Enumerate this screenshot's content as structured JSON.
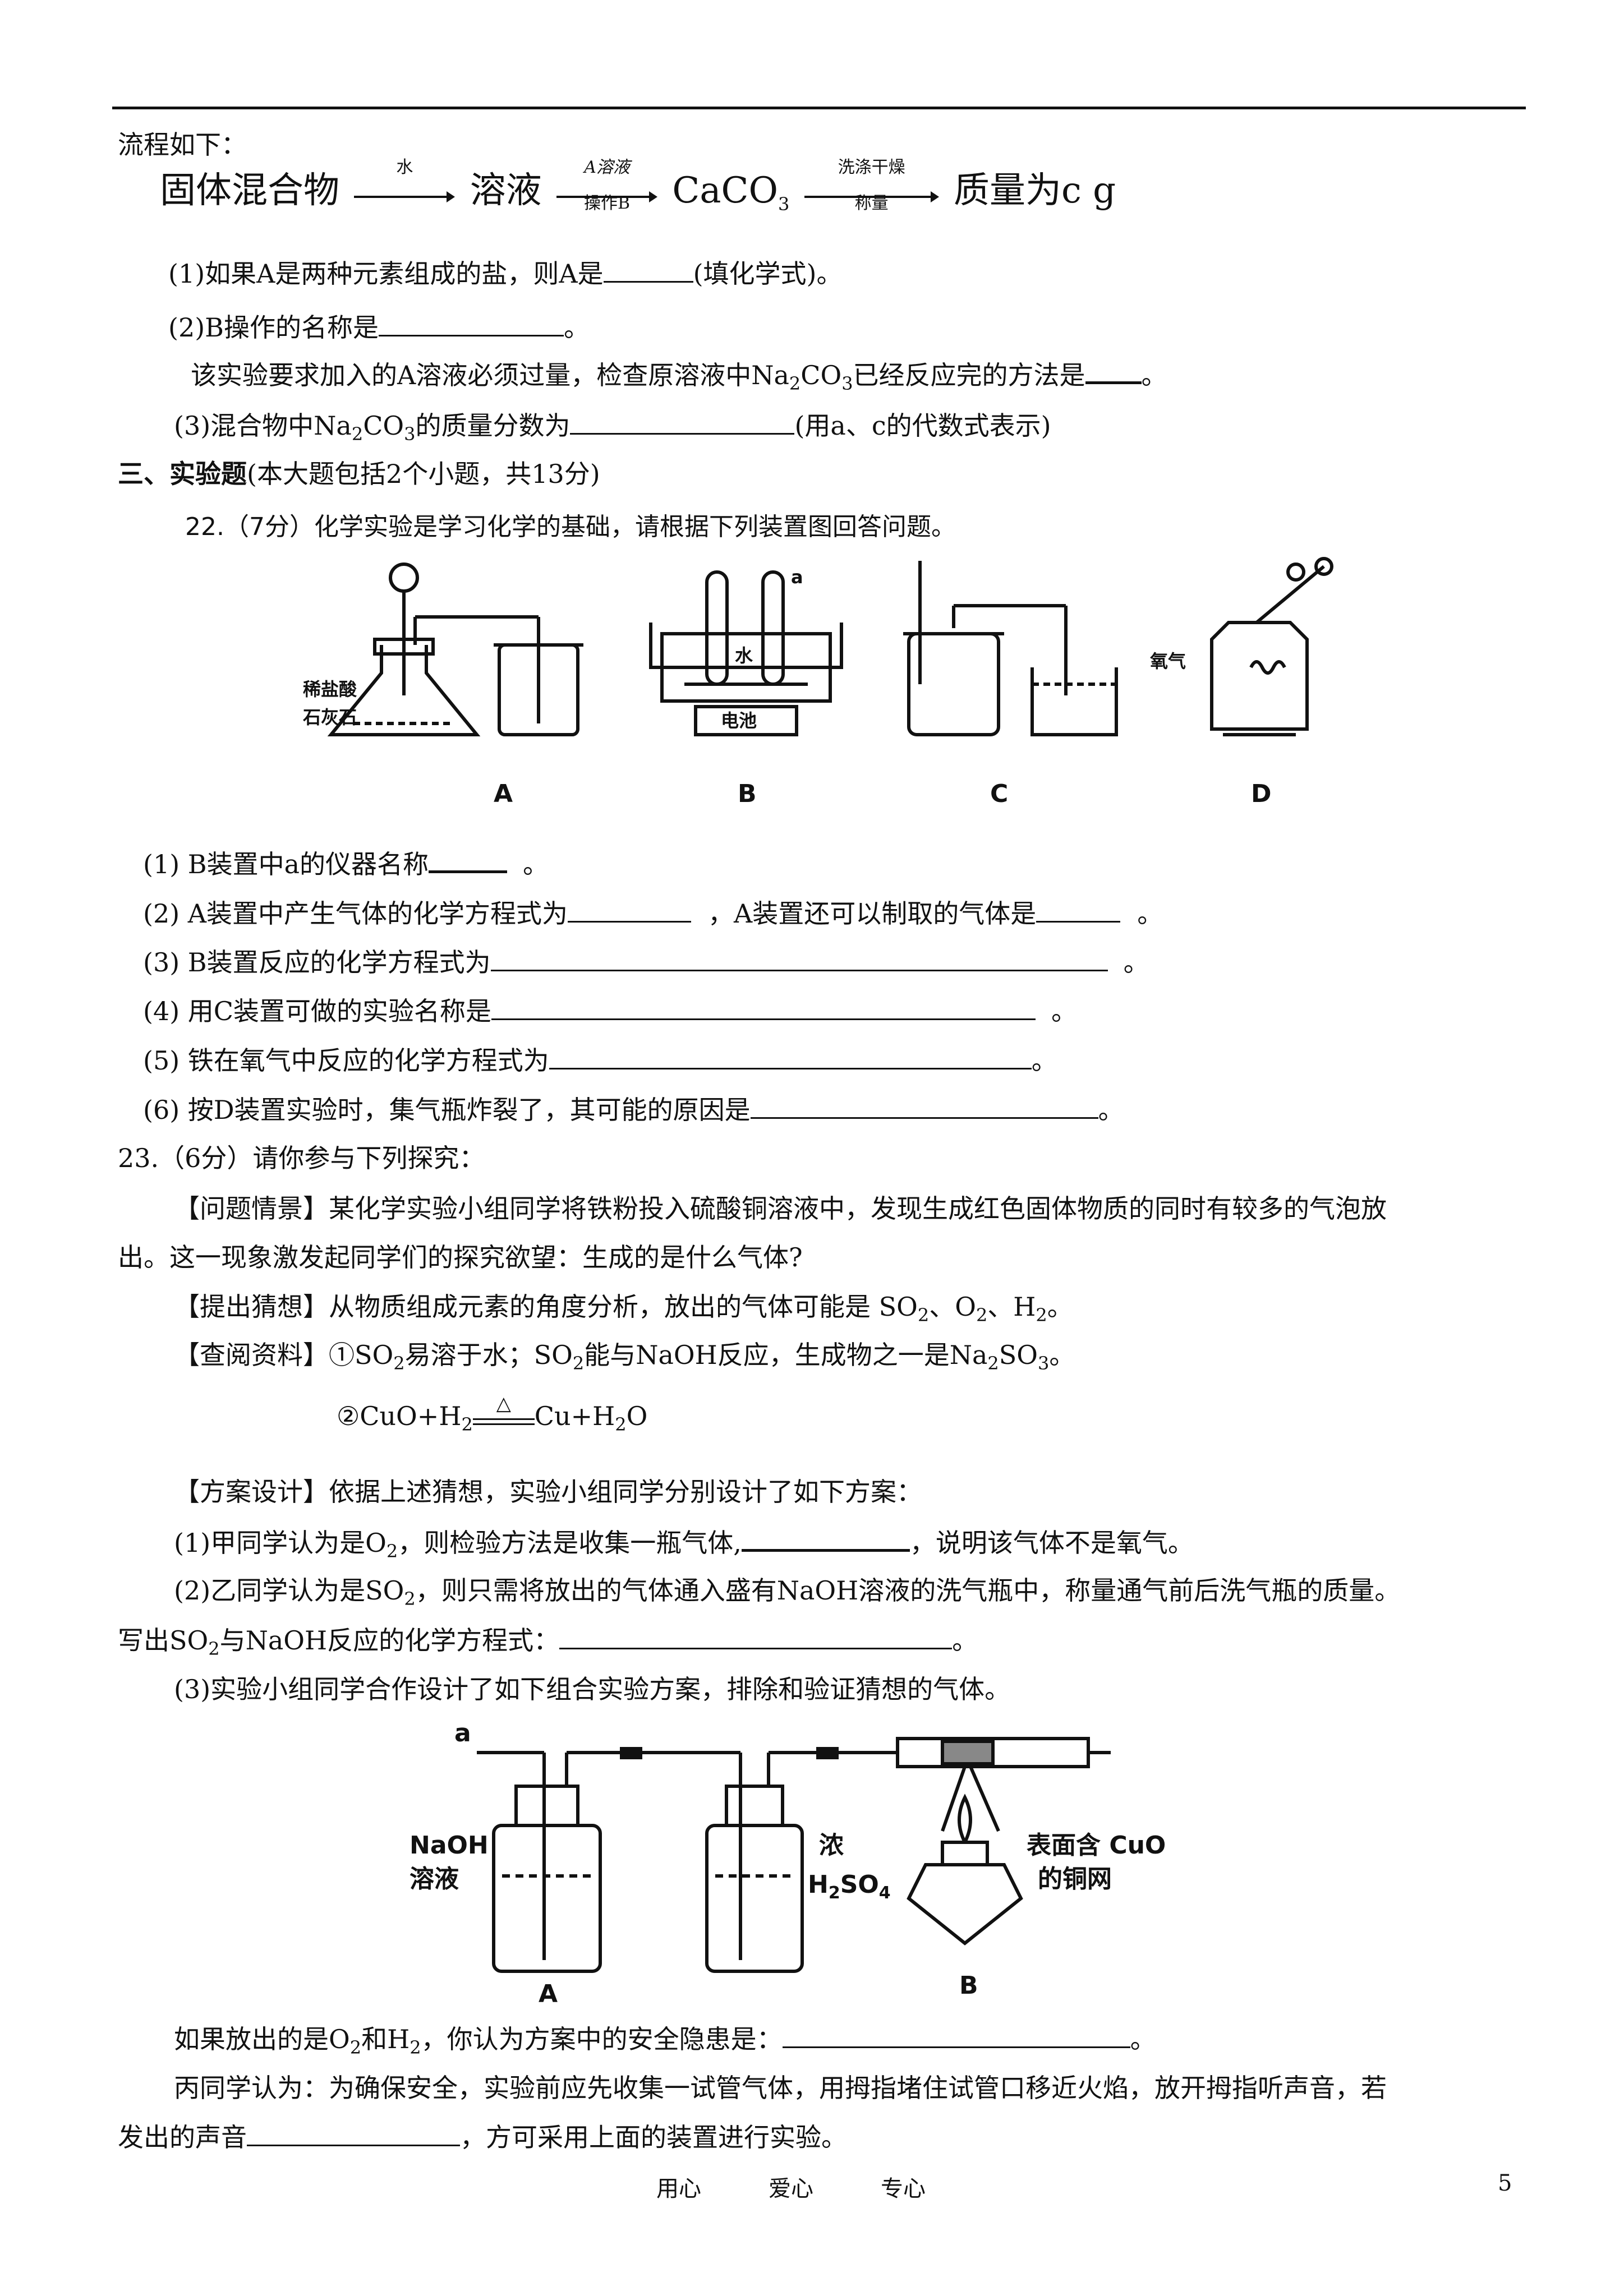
{
  "flow": {
    "intro": "流程如下：",
    "solid": "固体混合物",
    "water": "水",
    "solution": "溶液",
    "a_solution": "A溶液",
    "op_b": "操作B",
    "caco3": "CaCO",
    "caco3_sub": "3",
    "wash_dry": "洗涤干燥",
    "weigh": "称量",
    "mass": "质量为c g"
  },
  "q21": {
    "p1": "(1)如果A是两种元素组成的盐，则A是",
    "p1_end": "(填化学式)。",
    "p2": "(2)B操作的名称是",
    "p2_end": "。",
    "p3a": "该实验要求加入的A溶液必须过量，检查原溶液中Na",
    "p3_sub1": "2",
    "p3b": "CO",
    "p3_sub2": "3",
    "p3c": "已经反应完的方法是",
    "p3_end": "。",
    "p4a": "(3)混合物中Na",
    "p4_sub1": "2",
    "p4b": "CO",
    "p4_sub2": "3",
    "p4c": "的质量分数为",
    "p4_end": "(用a、c的代数式表示)"
  },
  "section3": {
    "head": "三、实验题",
    "rest": "(本大题包括2个小题，共13分)"
  },
  "q22": {
    "title": "22.（7分）化学实验是学习化学的基础，请根据下列装置图回答问题。",
    "fig_labels": [
      "A",
      "B",
      "C",
      "D"
    ],
    "fig_text": {
      "hcl": "稀盐酸",
      "limestone": "石灰石",
      "water": "水",
      "power": "电池",
      "a": "a",
      "oxygen": "氧气"
    },
    "items": [
      {
        "a": "(1) B装置中a的仪器名称",
        "b": "。"
      },
      {
        "a": "(2) A装置中产生气体的化学方程式为",
        "b": "，A装置还可以制取的气体是",
        "c": "。"
      },
      {
        "a": "(3) B装置反应的化学方程式为",
        "b": "。"
      },
      {
        "a": "(4) 用C装置可做的实验名称是",
        "b": "。"
      },
      {
        "a": "(5) 铁在氧气中反应的化学方程式为",
        "b": "。"
      },
      {
        "a": "(6) 按D装置实验时，集气瓶炸裂了，其可能的原因是",
        "b": "。"
      }
    ]
  },
  "q23": {
    "title": "23.（6分）请你参与下列探究：",
    "scene1": "【问题情景】某化学实验小组同学将铁粉投入硫酸铜溶液中，发现生成红色固体物质的同时有较多的气泡放",
    "scene2": "出。这一现象激发起同学们的探究欲望：生成的是什么气体?",
    "guess_a": "【提出猜想】从物质组成元素的角度分析，放出的气体可能是 SO",
    "guess_sub1": "2",
    "guess_b": "、O",
    "guess_sub2": "2",
    "guess_c": "、H",
    "guess_sub3": "2",
    "guess_end": "。",
    "ref_a": "【查阅资料】①SO",
    "ref_sub1": "2",
    "ref_b": "易溶于水；SO",
    "ref_sub2": "2",
    "ref_c": "能与NaOH反应，生成物之一是Na",
    "ref_sub3": "2",
    "ref_d": "SO",
    "ref_sub4": "3",
    "ref_end": "。",
    "eq_a": "②CuO+H",
    "eq_sub1": "2",
    "eq_delta": "△",
    "eq_b": "Cu+H",
    "eq_sub2": "2",
    "eq_c": "O",
    "design": "【方案设计】依据上述猜想，实验小组同学分别设计了如下方案：",
    "d1a": "(1)甲同学认为是O",
    "d1_sub": "2",
    "d1b": "，则检验方法是收集一瓶气体,",
    "d1c": "，说明该气体不是氧气。",
    "d2a": "(2)乙同学认为是SO",
    "d2_sub": "2",
    "d2b": "，则只需将放出的气体通入盛有NaOH溶液的洗气瓶中，称量通气前后洗气瓶的质量。",
    "d2c": "写出SO",
    "d2c_sub": "2",
    "d2d": "与NaOH反应的化学方程式：",
    "d2_end": "。",
    "d3": "(3)实验小组同学合作设计了如下组合实验方案，排除和验证猜想的气体。",
    "fig": {
      "a": "a",
      "naoh1": "NaOH",
      "naoh2": "溶液",
      "conc": "浓",
      "h2so4": "H",
      "h2so4_sub": "2",
      "h2so4_b": "SO",
      "h2so4_sub2": "4",
      "cuo1": "表面含 CuO",
      "cuo2": "的铜网",
      "A": "A",
      "B": "B"
    },
    "risk_a": "如果放出的是O",
    "risk_sub1": "2",
    "risk_b": "和H",
    "risk_sub2": "2",
    "risk_c": "，你认为方案中的安全隐患是：",
    "risk_end": "。",
    "bing1": "丙同学认为：为确保安全，实验前应先收集一试管气体，用拇指堵住试管口移近火焰，放开拇指听声音，若",
    "bing2a": "发出的声音",
    "bing2b": "，方可采用上面的装置进行实验。"
  },
  "footer": {
    "w1": "用心",
    "w2": "爱心",
    "w3": "专心",
    "page": "5"
  }
}
